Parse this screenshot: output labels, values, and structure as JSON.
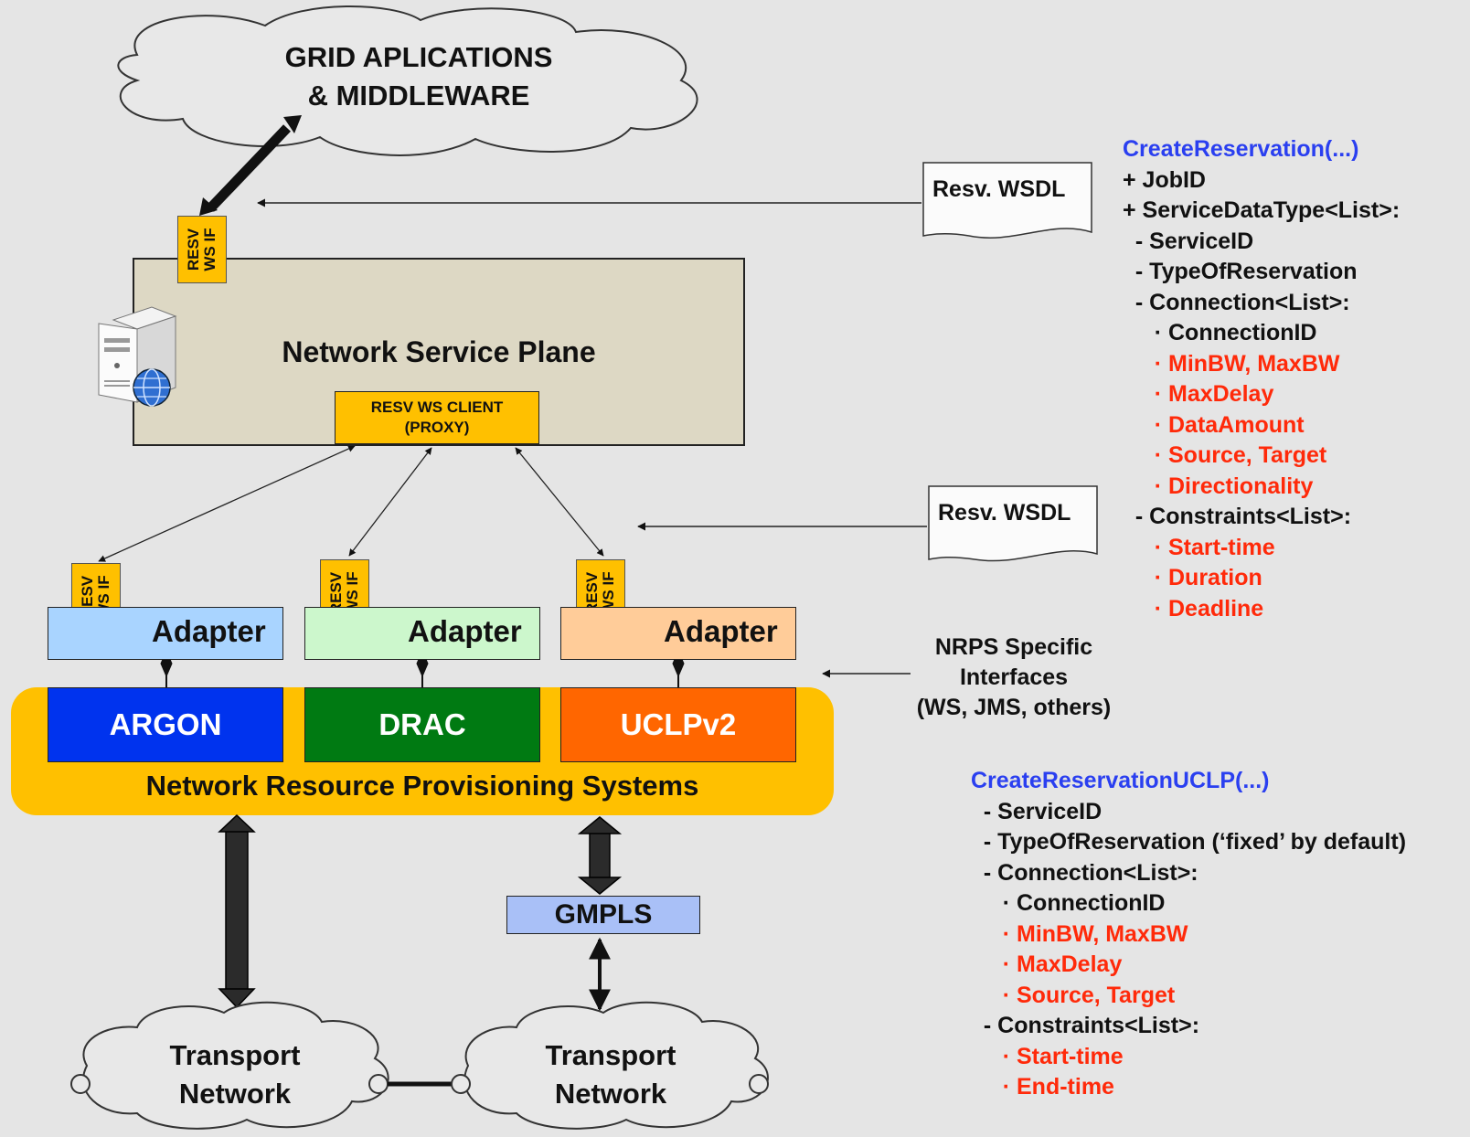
{
  "colors": {
    "background": "#e5e5e5",
    "nsp_fill": "#ddd8c4",
    "tag_yellow": "#ffc000",
    "argon": "#0033ee",
    "drac": "#007a12",
    "uclp": "#ff6600",
    "adapter1": "#a9d4ff",
    "adapter2": "#ccf7cc",
    "adapter3": "#ffcc99",
    "gmpls": "#a9c0f7",
    "spec_blue": "#2a3ff0",
    "spec_red": "#ff2a0a"
  },
  "cloud_top": {
    "line1": "GRID APLICATIONS",
    "line2": "& MIDDLEWARE"
  },
  "nsp": {
    "title": "Network Service Plane",
    "proxy_line1": "RESV WS CLIENT",
    "proxy_line2": "(PROXY)",
    "icon": "server-globe-icon"
  },
  "ws_tag": "RESV\nWS IF",
  "wsdl": {
    "label": "Resv. WSDL"
  },
  "adapters": [
    {
      "label": "Adapter"
    },
    {
      "label": "Adapter"
    },
    {
      "label": "Adapter"
    }
  ],
  "nrps": {
    "title": "Network Resource Provisioning Systems",
    "systems": [
      {
        "label": "ARGON"
      },
      {
        "label": "DRAC"
      },
      {
        "label": "UCLPv2"
      }
    ]
  },
  "nrps_note": {
    "line1": "NRPS Specific",
    "line2": "Interfaces",
    "line3": "(WS, JMS, others)"
  },
  "gmpls": {
    "label": "GMPLS"
  },
  "transport": [
    {
      "line1": "Transport",
      "line2": "Network"
    },
    {
      "line1": "Transport",
      "line2": "Network"
    }
  ],
  "create_reservation": {
    "title": "CreateReservation(...)",
    "lines": [
      {
        "text": "+ JobID",
        "color": "black"
      },
      {
        "text": "+ ServiceDataType<List>:",
        "color": "black"
      },
      {
        "text": "  - ServiceID",
        "color": "black"
      },
      {
        "text": "  - TypeOfReservation",
        "color": "black"
      },
      {
        "text": "  - Connection<List>:",
        "color": "black"
      },
      {
        "text": "     · ConnectionID",
        "color": "black"
      },
      {
        "text": "     · MinBW, MaxBW",
        "color": "red"
      },
      {
        "text": "     · MaxDelay",
        "color": "red"
      },
      {
        "text": "     · DataAmount",
        "color": "red"
      },
      {
        "text": "     · Source, Target",
        "color": "red"
      },
      {
        "text": "     · Directionality",
        "color": "red"
      },
      {
        "text": "  - Constraints<List>:",
        "color": "black"
      },
      {
        "text": "     · Start-time",
        "color": "red"
      },
      {
        "text": "     · Duration",
        "color": "red"
      },
      {
        "text": "     · Deadline",
        "color": "red"
      }
    ]
  },
  "create_reservation_uclp": {
    "title": "CreateReservationUCLP(...)",
    "lines": [
      {
        "text": "  - ServiceID",
        "color": "black"
      },
      {
        "text": "  - TypeOfReservation (‘fixed’ by default)",
        "color": "black"
      },
      {
        "text": "  - Connection<List>:",
        "color": "black"
      },
      {
        "text": "     · ConnectionID",
        "color": "black"
      },
      {
        "text": "     · MinBW, MaxBW",
        "color": "red"
      },
      {
        "text": "     · MaxDelay",
        "color": "red"
      },
      {
        "text": "     · Source, Target",
        "color": "red"
      },
      {
        "text": "  - Constraints<List>:",
        "color": "black"
      },
      {
        "text": "     · Start-time",
        "color": "red"
      },
      {
        "text": "     · End-time",
        "color": "red"
      }
    ]
  }
}
